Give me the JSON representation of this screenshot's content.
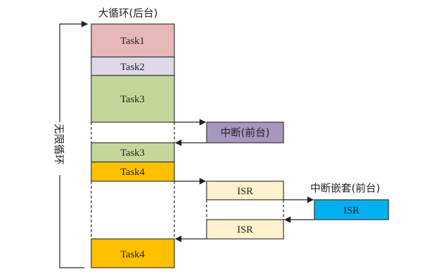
{
  "title": "大循环(后台)",
  "loop_label": "无限循环",
  "interrupt_label": "中断(前台)",
  "nested_label": "中断嵌套(前台)",
  "blocks": {
    "task1": {
      "label": "Task1",
      "color": "#e6b8b7"
    },
    "task2": {
      "label": "Task2",
      "color": "#ddd9e8"
    },
    "task3a": {
      "label": "Task3",
      "color": "#c4d79b"
    },
    "task3b": {
      "label": "Task3",
      "color": "#c4d79b"
    },
    "task4a": {
      "label": "Task4",
      "color": "#ffc000"
    },
    "task4b": {
      "label": "Task4",
      "color": "#ffc000"
    },
    "interrupt": {
      "color": "#a797bf"
    },
    "isr1": {
      "label": "ISR",
      "color": "#fff2cc"
    },
    "isr2": {
      "label": "ISR",
      "color": "#fff2cc"
    },
    "isr_nested": {
      "label": "ISR",
      "color": "#00b0f0"
    }
  }
}
